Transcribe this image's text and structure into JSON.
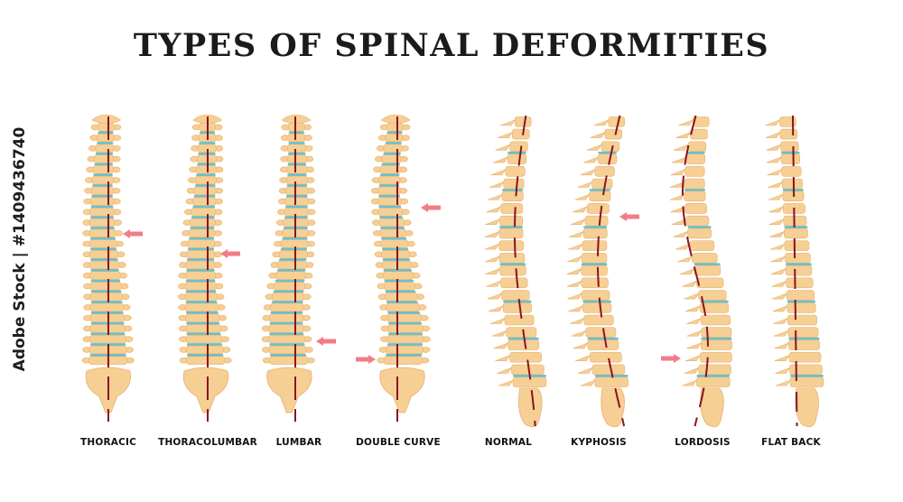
{
  "title": "TYPES OF SPINAL DEFORMITIES",
  "side_text": "Adobe Stock | #1409436740",
  "colors": {
    "bone": "#f6cf95",
    "bone_dark": "#e8b06c",
    "disc": "#6cc0c9",
    "line": "#8a1420",
    "arrow": "#f07d87"
  },
  "labels": {
    "thoracic": "THORACIC",
    "thoracolumbar": "THORACOLUMBAR",
    "lumbar": "LUMBAR",
    "double_curve": "DOUBLE CURVE",
    "normal": "NORMAL",
    "kyphosis": "KYPHOSIS",
    "lordosis": "LORDOSIS",
    "flat_back": "FLAT BACK"
  }
}
